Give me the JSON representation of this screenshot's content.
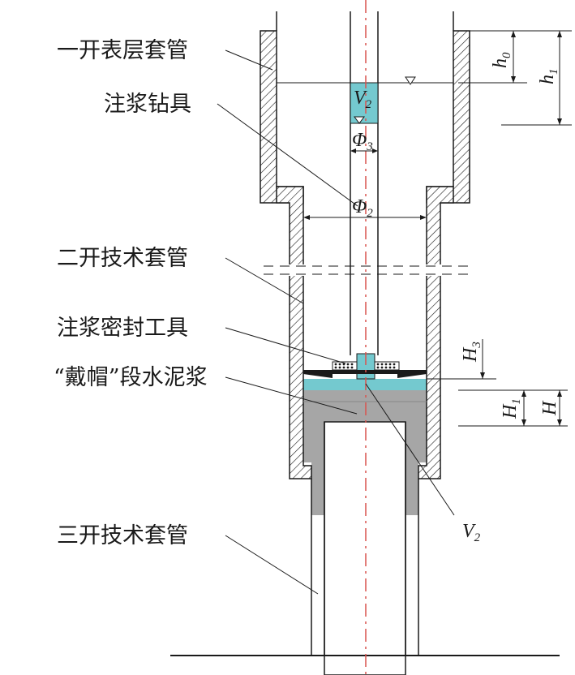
{
  "labels": {
    "surface_casing": "一开表层套管",
    "grout_drill_tool": "注浆钻具",
    "intermediate_casing_2": "二开技术套管",
    "grout_seal_tool": "注浆密封工具",
    "cap_cement_slurry": "“戴帽”段水泥浆",
    "intermediate_casing_3": "三开技术套管"
  },
  "symbols": {
    "h0": {
      "base": "h",
      "sub": "0"
    },
    "h1": {
      "base": "h",
      "sub": "1"
    },
    "V2_top": {
      "base": "V",
      "sub": "2"
    },
    "phi3": {
      "base": "Φ",
      "sub": "3"
    },
    "phi2": {
      "base": "Φ",
      "sub": "2"
    },
    "H3": {
      "base": "H",
      "sub": "3"
    },
    "H1": {
      "base": "H",
      "sub": "1"
    },
    "H": {
      "base": "H",
      "sub": ""
    },
    "V2_bottom": {
      "base": "V",
      "sub": "2"
    }
  },
  "colors": {
    "line": "#1a1a1a",
    "cyan_fill": "#74c9cf",
    "slurry_gray": "#a6a6a6",
    "centerline": "#d9534f"
  }
}
